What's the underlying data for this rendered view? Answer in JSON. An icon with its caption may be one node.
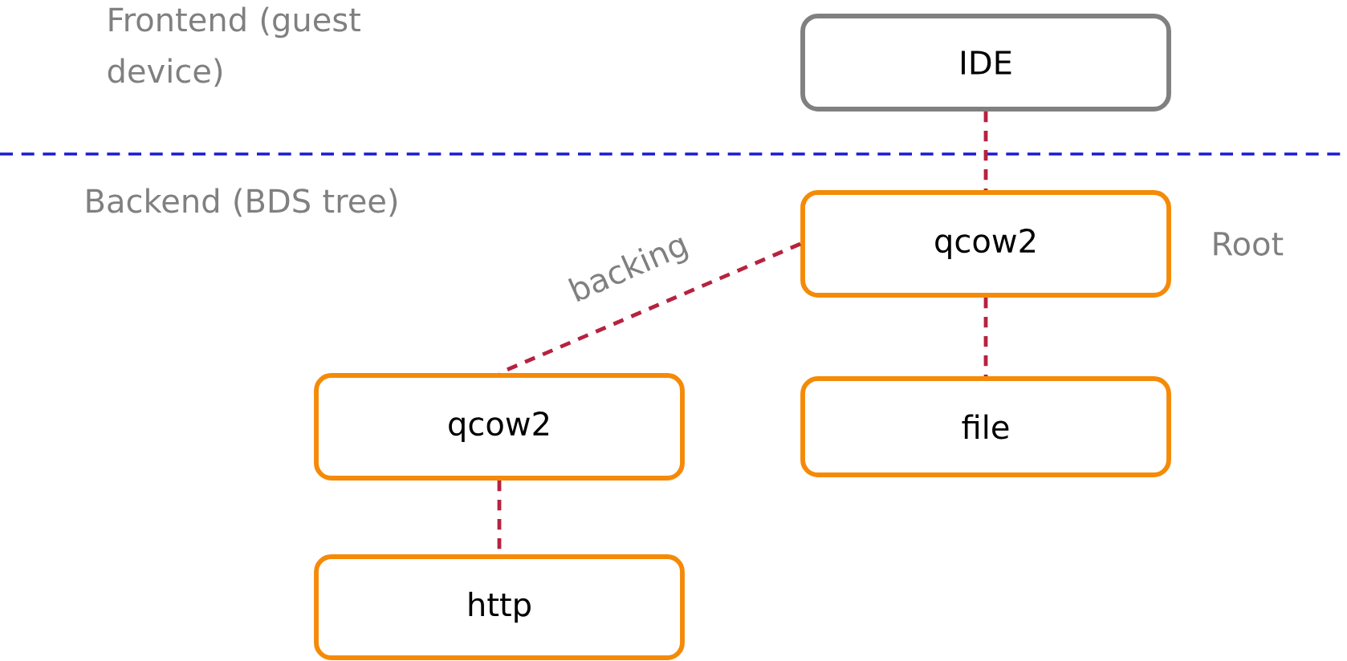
{
  "diagram": {
    "nodes": [
      {
        "text": [
          "IDE"
        ]
      },
      {
        "text": [
          "qcow2"
        ],
        "beside": [
          "Root"
        ]
      },
      {
        "text": [
          "file"
        ]
      },
      {
        "text": [
          "qcow2"
        ]
      },
      {
        "text": [
          "http"
        ]
      }
    ],
    "edges": [
      {
        "from": 0,
        "to": 1,
        "arrow": "none",
        "style": "dashed"
      },
      {
        "from": 1,
        "to": 2,
        "arrow": "none",
        "style": "dashed"
      },
      {
        "from": 1,
        "to": 3,
        "arrow": "none",
        "style": "dashed",
        "label": "backing"
      },
      {
        "from": 3,
        "to": 4,
        "arrow": "none",
        "style": "dashed"
      }
    ],
    "labels": [
      "Frontend (guest device)",
      "Backend (BDS tree)"
    ]
  }
}
